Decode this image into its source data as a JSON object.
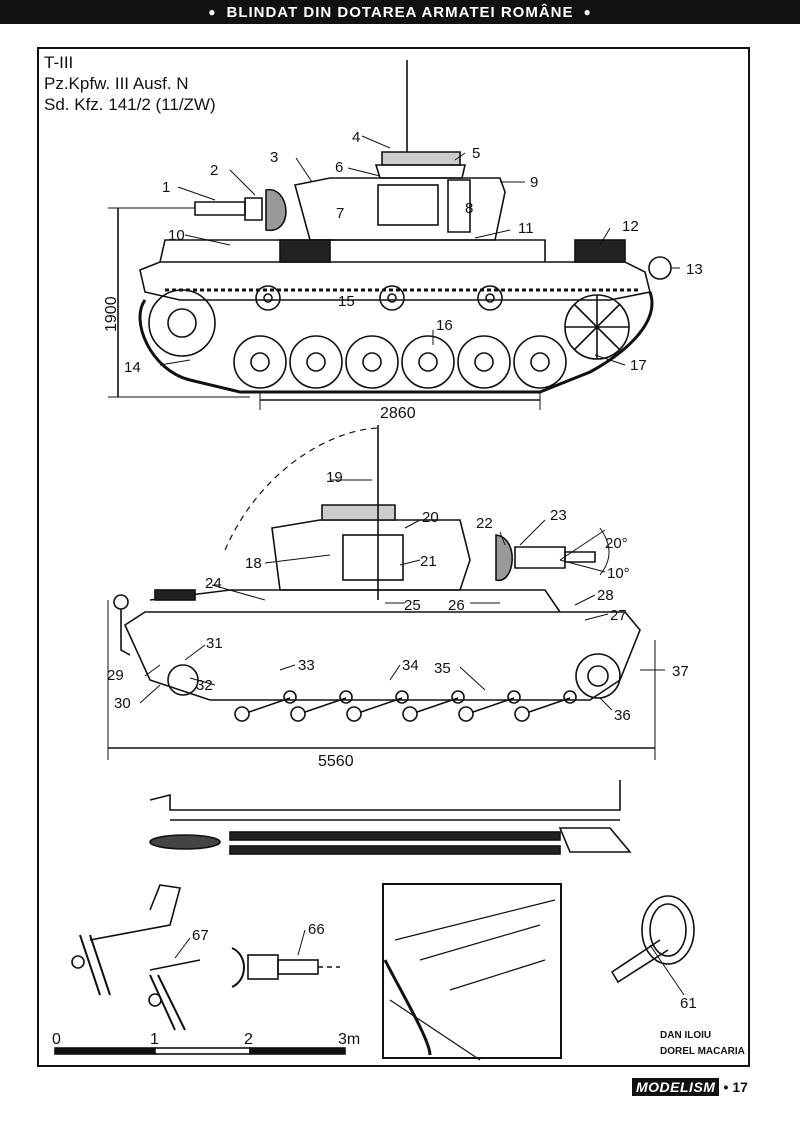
{
  "header": {
    "dot_left": "●",
    "text": "BLINDAT   DIN DOTAREA ARMATEI ROMÂNE",
    "dot_right": "●"
  },
  "title": {
    "line1": "T-III",
    "line2": "Pz.Kpfw. III Ausf. N",
    "line3": "Sd. Kfz. 141/2 (11/ZW)"
  },
  "callouts": [
    "1",
    "2",
    "3",
    "4",
    "5",
    "6",
    "7",
    "8",
    "9",
    "10",
    "11",
    "12",
    "13",
    "14",
    "15",
    "16",
    "17",
    "18",
    "19",
    "20",
    "21",
    "22",
    "23",
    "24",
    "25",
    "26",
    "27",
    "28",
    "29",
    "30",
    "31",
    "32",
    "33",
    "34",
    "35",
    "36",
    "37",
    "61",
    "66",
    "67"
  ],
  "dimensions": {
    "height": "1900",
    "wheelbase": "2860",
    "length": "5560",
    "elev_up": "20°",
    "elev_down": "10°"
  },
  "scale": {
    "t0": "0",
    "t1": "1",
    "t2": "2",
    "t3": "3m"
  },
  "authors": {
    "line1": "DAN ILOIU",
    "line2": "DOREL MACARIA"
  },
  "footer": {
    "logo": "MODELISM",
    "bullet": "•",
    "page": "17"
  }
}
